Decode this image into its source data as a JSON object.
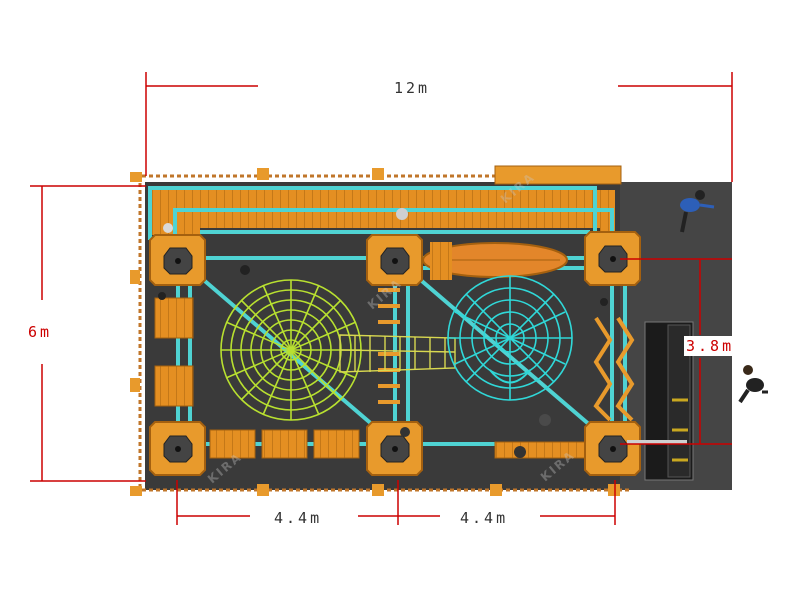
{
  "dimensions": {
    "width_label": "12m",
    "depth_label": "6m",
    "span_left_label": "4.4m",
    "span_right_label": "4.4m",
    "inner_depth_label": "3.8m"
  },
  "watermark": "KIRA",
  "colors": {
    "dimension_line": "#cc0000",
    "rope_frame": "#4fd3d3",
    "wood": "#e89a2c",
    "floor": "#3a3a3a",
    "web_green": "#b8e030",
    "web_cyan": "#30d8d8"
  }
}
